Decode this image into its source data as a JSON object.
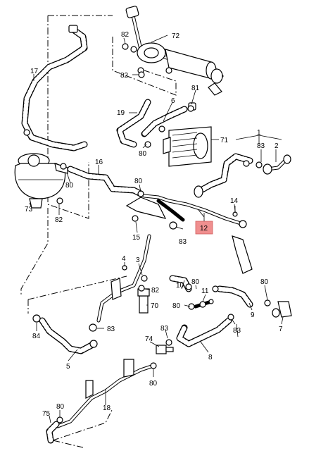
{
  "labels": {
    "p72": "72",
    "p82a": "82",
    "p82b": "82",
    "p17": "17",
    "p81": "81",
    "p6": "6",
    "p19": "19",
    "p80a": "80",
    "p71": "71",
    "p1": "1",
    "p83a": "83",
    "p2": "2",
    "p73": "73",
    "p80b": "80",
    "p82c": "82",
    "p16": "16",
    "p80c": "80",
    "p14": "14",
    "p15": "15",
    "p12": "12",
    "p83b": "83",
    "p10": "10",
    "p4": "4",
    "p3": "3",
    "p82d": "82",
    "p70": "70",
    "p80d": "80",
    "p11": "11",
    "p9": "9",
    "p84": "84",
    "p83c": "83",
    "p80e": "80",
    "p83d": "83",
    "p83e": "83",
    "p7": "7",
    "p5": "5",
    "p74": "74",
    "p8": "8",
    "p80f": "80",
    "p18": "18",
    "p75": "75",
    "p80g": "80"
  },
  "highlight_label": "p12"
}
